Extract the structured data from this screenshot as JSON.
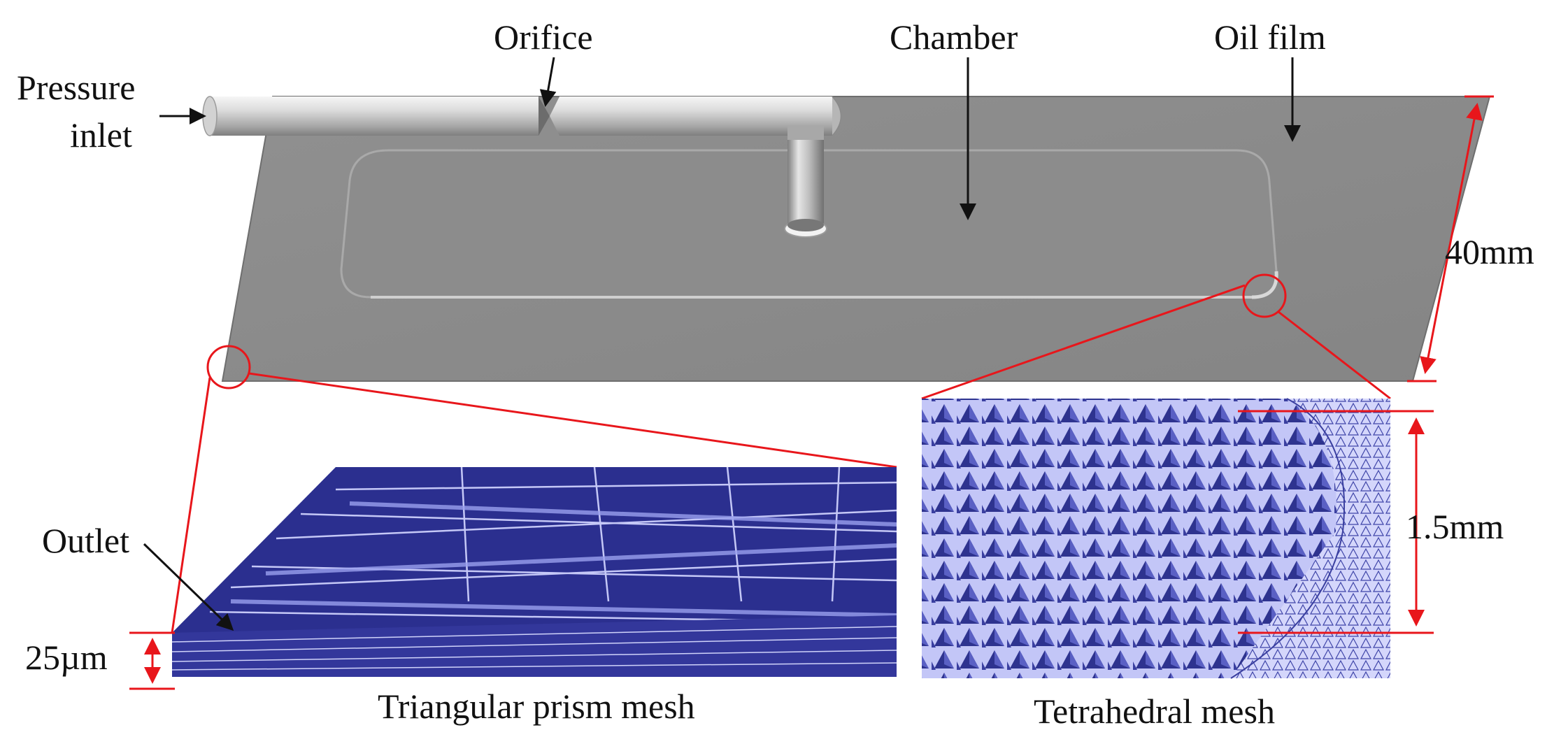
{
  "labels": {
    "pressure_inlet_line1": "Pressure",
    "pressure_inlet_line2": "inlet",
    "orifice": "Orifice",
    "chamber": "Chamber",
    "oil_film": "Oil film",
    "width_dimension": "40mm",
    "outlet": "Outlet",
    "film_thickness": "25µm",
    "chamber_depth": "1.5mm",
    "prism_mesh_caption": "Triangular prism mesh",
    "tet_mesh_caption": "Tetrahedral mesh"
  },
  "colors": {
    "plate": "#8a8a8a",
    "plate_edge": "#6e6e6e",
    "pipe_light": "#f4f4f4",
    "pipe_dark": "#8f8f8f",
    "mesh_dark": "#2b2f8f",
    "mesh_light": "#b9bdf5",
    "annotation_red": "#e8161b",
    "text": "#111111"
  }
}
